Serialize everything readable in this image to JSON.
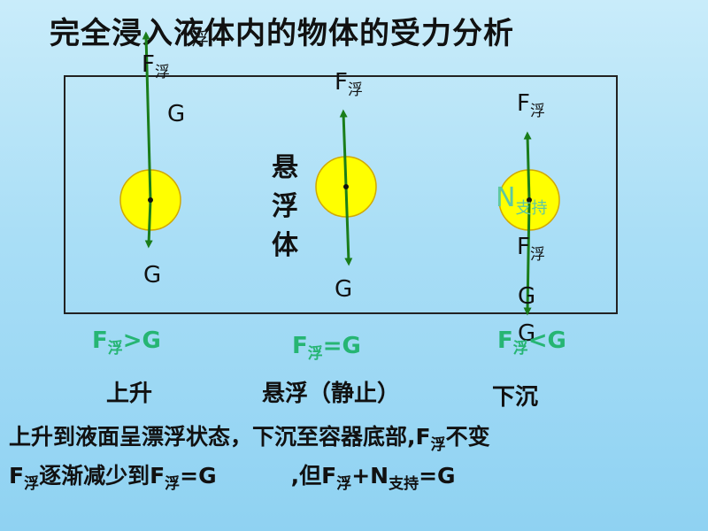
{
  "title": "完全浸入液体内的物体的受力分析",
  "symbols": {
    "F": "F",
    "G": "G",
    "N": "N",
    "fu": "浮",
    "zhichi": "支持",
    "label_overlap_fu": "浮"
  },
  "middle_label": [
    "悬",
    "浮",
    "体"
  ],
  "comparisons": {
    "left": {
      "op": ">G"
    },
    "middle": {
      "op": "=G"
    },
    "right": {
      "op": "<G"
    }
  },
  "states": {
    "left": "上升",
    "middle": "悬浮（静止）",
    "right": "下沉"
  },
  "notes": {
    "line1": "上升到液面呈漂浮状态，下沉至容器底部,",
    "line1_tail": "不变",
    "line2_tail": "逐渐减少到",
    "line2_eq": "=G",
    "line2_mid": ",但",
    "line2_plus": "+",
    "line2_end": "=G"
  },
  "colors": {
    "arrow": "#1a7d1a",
    "ball": "#ffff00",
    "ball_stroke": "#d0a800",
    "box": "#222222",
    "green_text": "#26b573",
    "n_text": "#5ec8a2"
  }
}
